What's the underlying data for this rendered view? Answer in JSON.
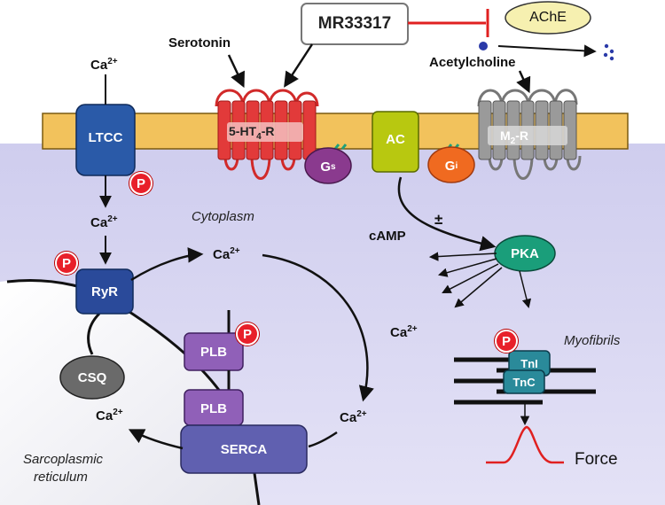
{
  "drug": "MR33317",
  "ache": "AChE",
  "serotonin": "Serotonin",
  "acetylcholine": "Acetylcholine",
  "ca": "Ca",
  "ca_charge": "2+",
  "ltcc": "LTCC",
  "p": "P",
  "receptor_5ht4": {
    "prefix": "5-HT",
    "sub": "4",
    "suffix": "-R"
  },
  "gs": {
    "main": "G",
    "sub": "s"
  },
  "ac": "AC",
  "gi": {
    "main": "G",
    "sub": "i"
  },
  "m2r": {
    "prefix": "M",
    "sub": "2",
    "suffix": "-R"
  },
  "cytoplasm": "Cytoplasm",
  "camp": "cAMP",
  "pm": "±",
  "pka": "PKA",
  "ryr": "RyR",
  "csq": "CSQ",
  "plb": "PLB",
  "serca": "SERCA",
  "myofibrils": "Myofibrils",
  "tni": "TnI",
  "tnc": "TnC",
  "force": "Force",
  "sr_line1": "Sarcoplasmic",
  "sr_line2": "reticulum",
  "colors": {
    "membrane": "#f2c25c",
    "cytoplasm": "#d8d6f0",
    "receptor_red": "#e23a3a",
    "receptor_gray": "#888888",
    "inhibit": "#e02020",
    "pka": "#1a9e7a",
    "gs": "#8a3a8e",
    "gi": "#f06a20",
    "ac": "#b8c810",
    "ltcc": "#2a5aa8",
    "ryr": "#2a4a9a",
    "plb": "#9060b8",
    "serca": "#6060b0",
    "troponin": "#2a8a9a",
    "force_curve": "#e02020"
  }
}
